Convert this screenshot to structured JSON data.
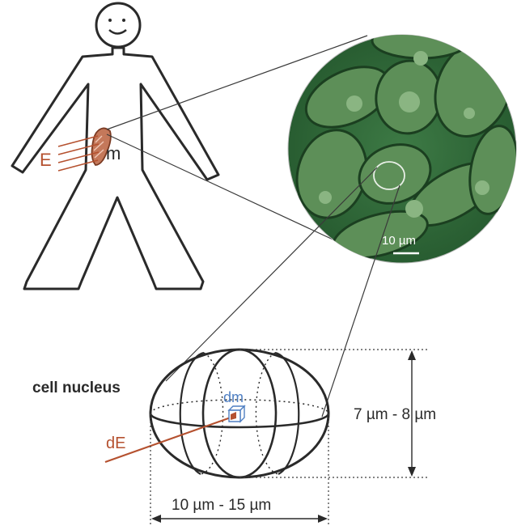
{
  "labels": {
    "energy": "E",
    "mass": "m",
    "scale_bar": "10 µm",
    "cell_nucleus": "cell nucleus",
    "dm": "dm",
    "dE": "dE",
    "height": "7 µm - 8 µm",
    "width": "10 µm - 15 µm"
  },
  "colors": {
    "energy": "#b5512f",
    "mass_element": "#4f7fc2",
    "outline": "#2a2a2a",
    "micrograph_bg": "#2f6a3a",
    "micrograph_cell": "#6f9f66"
  },
  "icons": {
    "figure": "human-figure-icon",
    "organ": "organ-mass-icon",
    "micrograph": "cell-micrograph",
    "nucleus": "nucleus-ellipsoid",
    "volume": "volume-cube-icon"
  }
}
